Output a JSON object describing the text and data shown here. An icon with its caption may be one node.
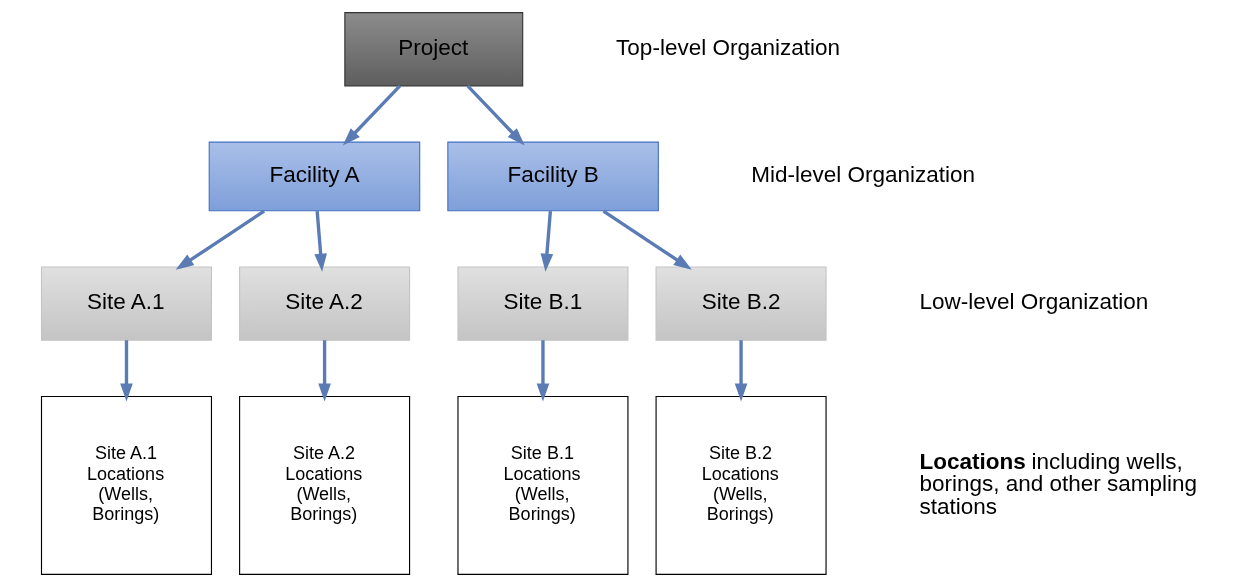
{
  "diagram": {
    "nodes": [
      {
        "text": [
          "Project"
        ]
      },
      {
        "text": [
          "Facility A"
        ]
      },
      {
        "text": [
          "Facility B"
        ]
      },
      {
        "text": [
          "Site A.1"
        ]
      },
      {
        "text": [
          "Site A.2"
        ]
      },
      {
        "text": [
          "Site B.1"
        ]
      },
      {
        "text": [
          "Site B.2"
        ]
      },
      {
        "text": [
          "Site A.1 Locations (Wells, Borings)"
        ]
      },
      {
        "text": [
          "Site A.2 Locations (Wells, Borings)"
        ]
      },
      {
        "text": [
          "Site B.1 Locations (Wells, Borings)"
        ]
      },
      {
        "text": [
          "Site B.2 Locations (Wells, Borings)"
        ]
      }
    ],
    "edges": [
      {
        "from": 0,
        "to": 1,
        "arrow": "to"
      },
      {
        "from": 0,
        "to": 2,
        "arrow": "to"
      },
      {
        "from": 1,
        "to": 3,
        "arrow": "to"
      },
      {
        "from": 1,
        "to": 4,
        "arrow": "to"
      },
      {
        "from": 2,
        "to": 5,
        "arrow": "to"
      },
      {
        "from": 2,
        "to": 6,
        "arrow": "to"
      },
      {
        "from": 3,
        "to": 7,
        "arrow": "to"
      },
      {
        "from": 4,
        "to": 8,
        "arrow": "to"
      },
      {
        "from": 5,
        "to": 9,
        "arrow": "to"
      },
      {
        "from": 6,
        "to": 10,
        "arrow": "to"
      }
    ],
    "labels": [
      "Top-level Organization",
      "Mid-level Organization",
      "Low-level Organization",
      "**Locations** including wells, borings, and other sampling stations"
    ]
  }
}
